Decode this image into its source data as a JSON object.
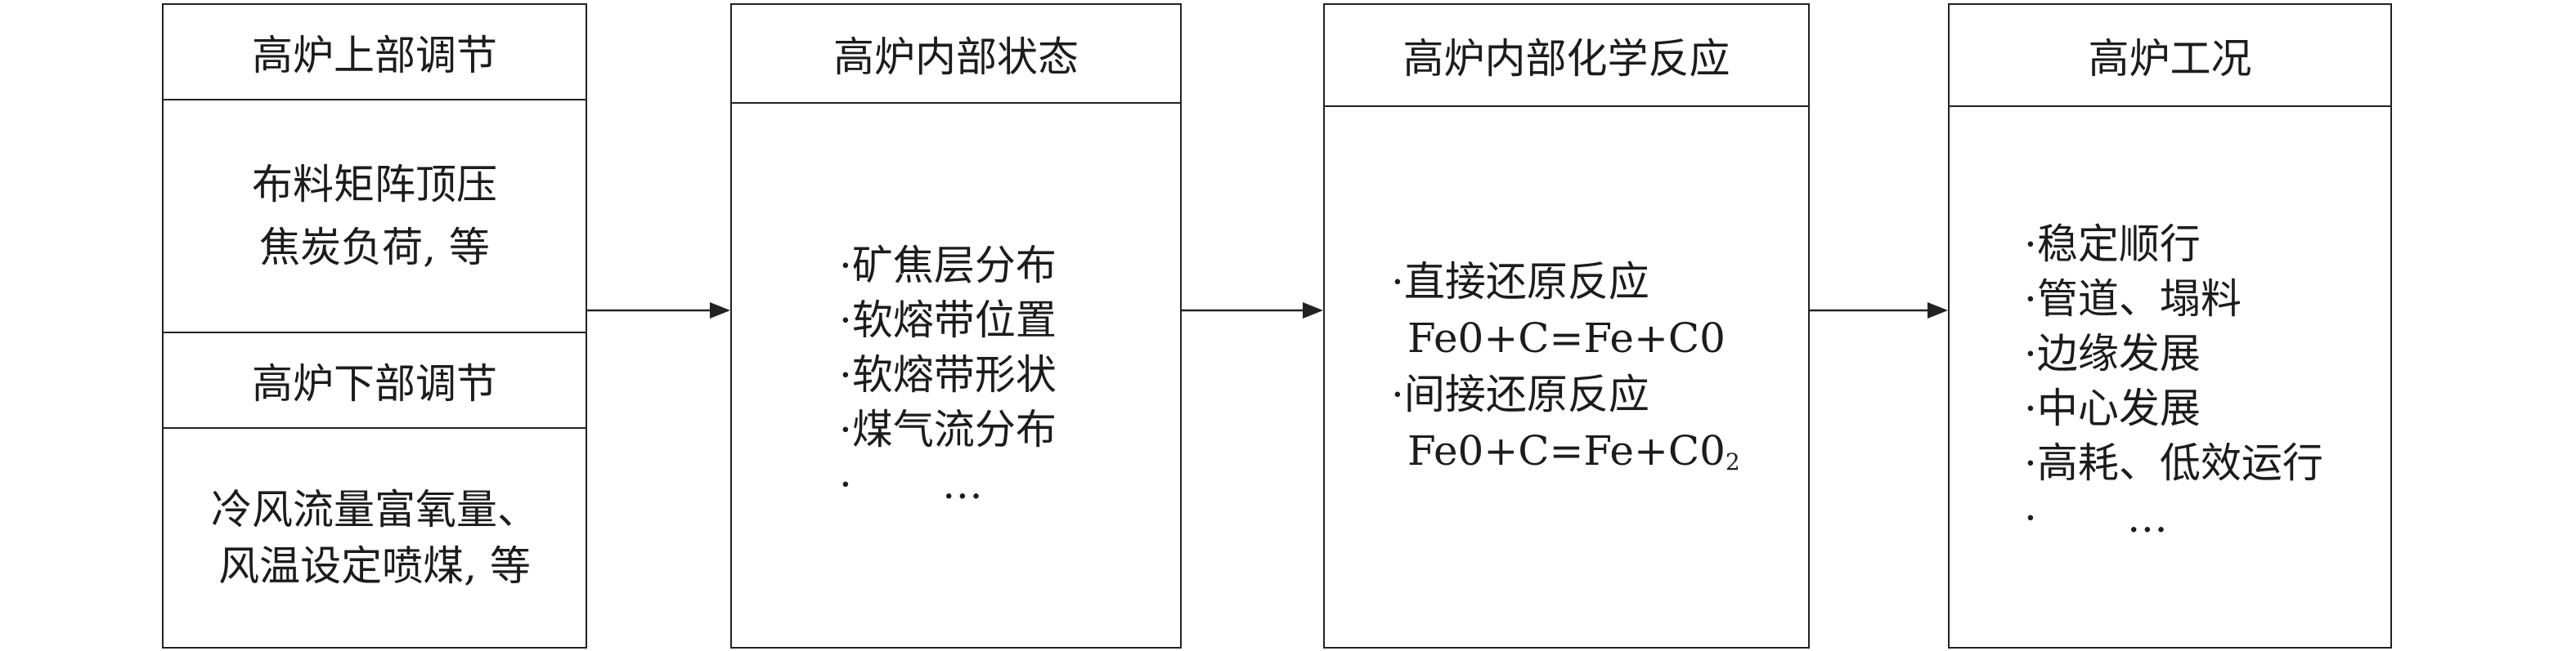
{
  "box_furnace_adjustment": {
    "upper_header": "高炉上部调节",
    "upper_lines": [
      "布料矩阵顶压",
      "焦炭负荷, 等"
    ],
    "lower_header": "高炉下部调节",
    "lower_lines": [
      "冷风流量富氧量、",
      "风温设定喷煤, 等"
    ]
  },
  "box_internal_state": {
    "header": "高炉内部状态",
    "lines": [
      "·矿焦层分布",
      "·软熔带位置",
      "·软熔带形状",
      "·煤气流分布"
    ],
    "last_line": {
      "bullet": "·",
      "ellipsis": "…"
    }
  },
  "box_chemical_reactions": {
    "header": "高炉内部化学反应",
    "direct_label": "·直接还原反应",
    "direct_formula": "Fe0+C=Fe+C0",
    "indirect_label": "·间接还原反应",
    "indirect_formula": {
      "main": "Fe0+C=Fe+C0",
      "sub": "2"
    }
  },
  "box_operating_conditions": {
    "header": "高炉工况",
    "lines": [
      "·稳定顺行",
      "·管道、塌料",
      "·边缘发展",
      "·中心发展",
      "·高耗、低效运行"
    ],
    "last_line": {
      "bullet": "·",
      "ellipsis": "…"
    }
  }
}
